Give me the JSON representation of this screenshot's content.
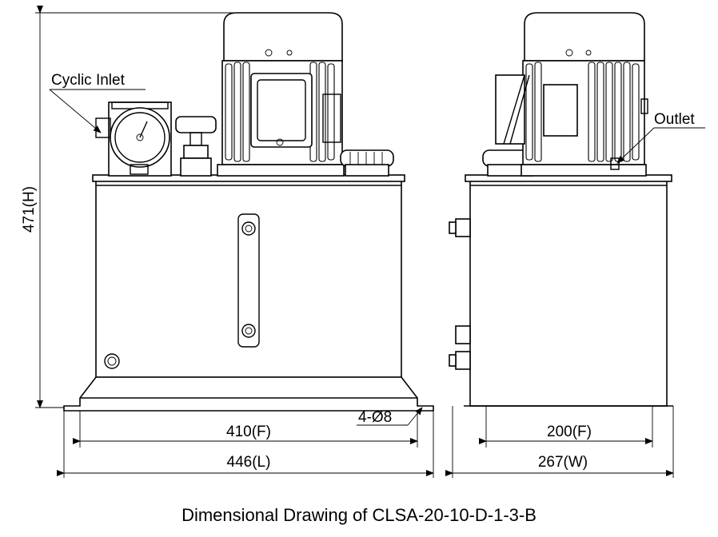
{
  "labels": {
    "cyclic_inlet": "Cyclic Inlet",
    "outlet": "Outlet",
    "height_dim": "471(H)",
    "front_base_dim": "410(F)",
    "length_dim": "446(L)",
    "side_base_dim": "200(F)",
    "width_dim": "267(W)",
    "holes": "4-Ø8"
  },
  "caption": "Dimensional Drawing of CLSA-20-10-D-1-3-B"
}
